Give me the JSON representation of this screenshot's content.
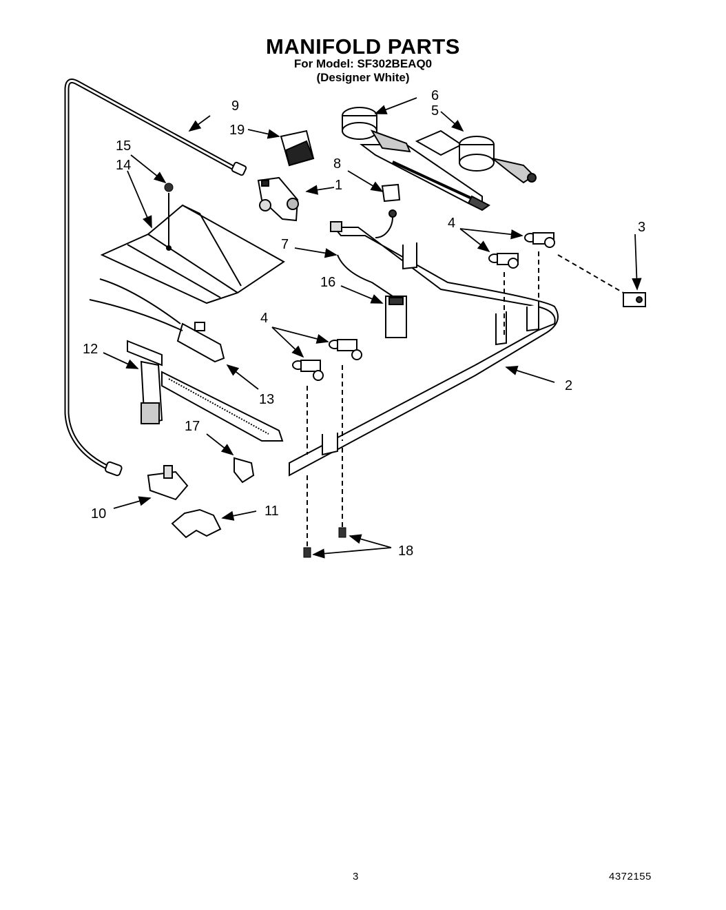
{
  "header": {
    "title": "MANIFOLD PARTS",
    "model_line": "For Model: SF302BEAQ0",
    "color_line": "(Designer White)"
  },
  "callouts": {
    "c1": "1",
    "c2": "2",
    "c3": "3",
    "c4a": "4",
    "c4b": "4",
    "c5": "5",
    "c6": "6",
    "c7": "7",
    "c8": "8",
    "c9": "9",
    "c10": "10",
    "c11": "11",
    "c12": "12",
    "c13": "13",
    "c14": "14",
    "c15": "15",
    "c16": "16",
    "c17": "17",
    "c18": "18",
    "c19": "19"
  },
  "footer": {
    "page_number": "3",
    "document_number": "4372155"
  }
}
